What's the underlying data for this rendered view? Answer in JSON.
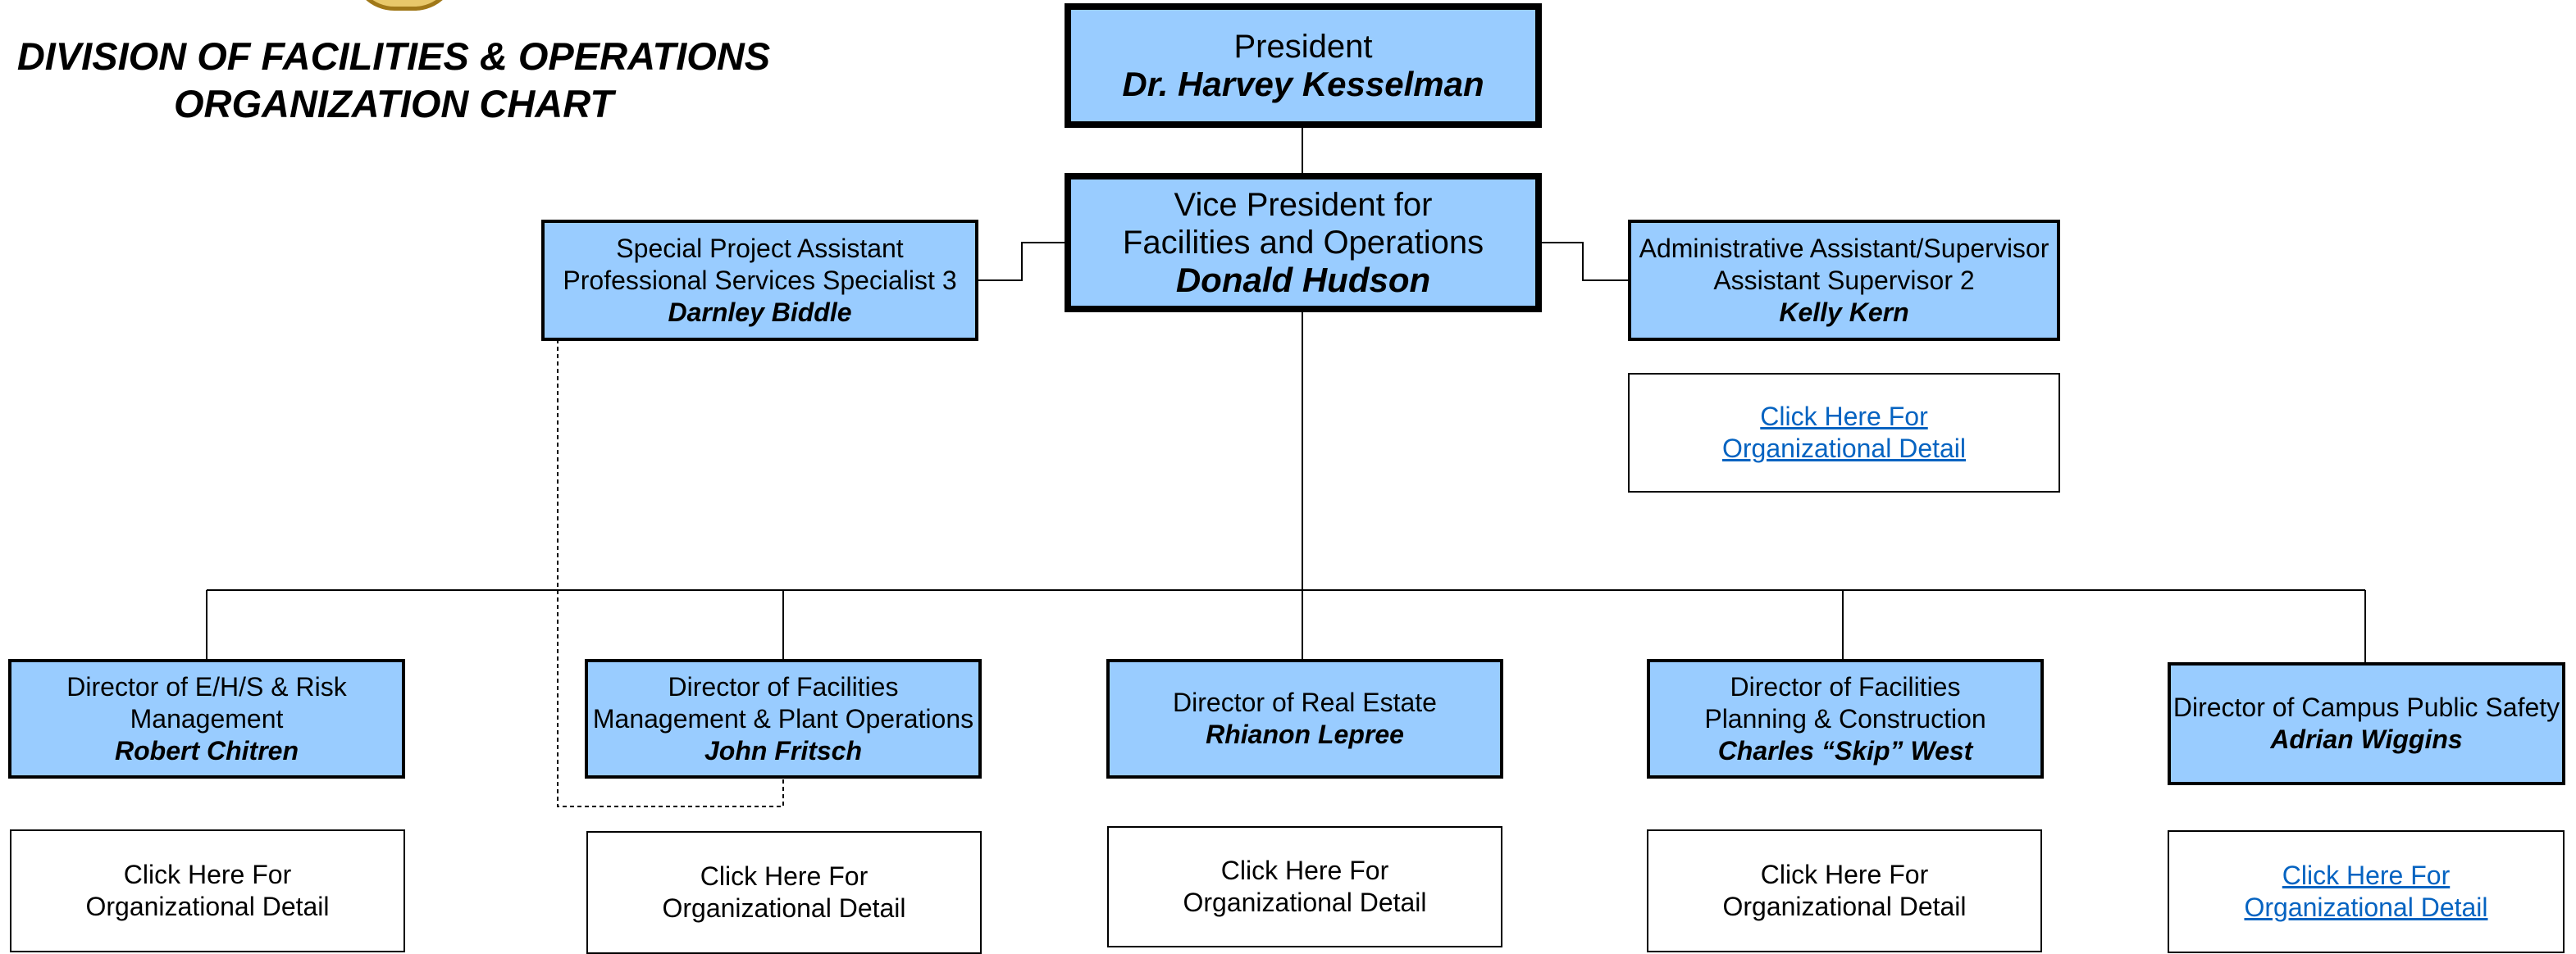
{
  "header": {
    "title_line1": "DIVISION OF FACILITIES & OPERATIONS",
    "title_line2": "ORGANIZATION CHART"
  },
  "president": {
    "role": "President",
    "name": "Dr. Harvey Kesselman"
  },
  "vice_president": {
    "role_line1": "Vice President for",
    "role_line2": "Facilities and Operations",
    "name": "Donald Hudson"
  },
  "special_assistant": {
    "role_line1": "Special Project Assistant",
    "role_line2": "Professional Services Specialist 3",
    "name": "Darnley Biddle"
  },
  "admin_assistant": {
    "role_line1": "Administrative Assistant/Supervisor",
    "role_line2": "Assistant Supervisor 2",
    "name": "Kelly Kern"
  },
  "admin_detail": {
    "line1": "Click Here For",
    "line2": "Organizational Detail"
  },
  "directors": [
    {
      "role_line1": "Director of E/H/S & Risk",
      "role_line2": "Management",
      "name": "Robert Chitren",
      "detail_line1": "Click Here For",
      "detail_line2": "Organizational Detail"
    },
    {
      "role_line1": "Director of Facilities",
      "role_line2": "Management & Plant Operations",
      "name": "John Fritsch",
      "detail_line1": "Click Here For",
      "detail_line2": "Organizational Detail"
    },
    {
      "role_line1": "Director of Real Estate",
      "name": "Rhianon Lepree",
      "detail_line1": "Click Here For",
      "detail_line2": "Organizational Detail"
    },
    {
      "role_line1": "Director of Facilities",
      "role_line2": "Planning & Construction",
      "name": "Charles “Skip” West",
      "detail_line1": "Click Here For",
      "detail_line2": "Organizational Detail"
    },
    {
      "role_line1": "Director of Campus Public Safety",
      "name": "Adrian Wiggins",
      "detail_line1": "Click Here For",
      "detail_line2": "Organizational Detail"
    }
  ]
}
